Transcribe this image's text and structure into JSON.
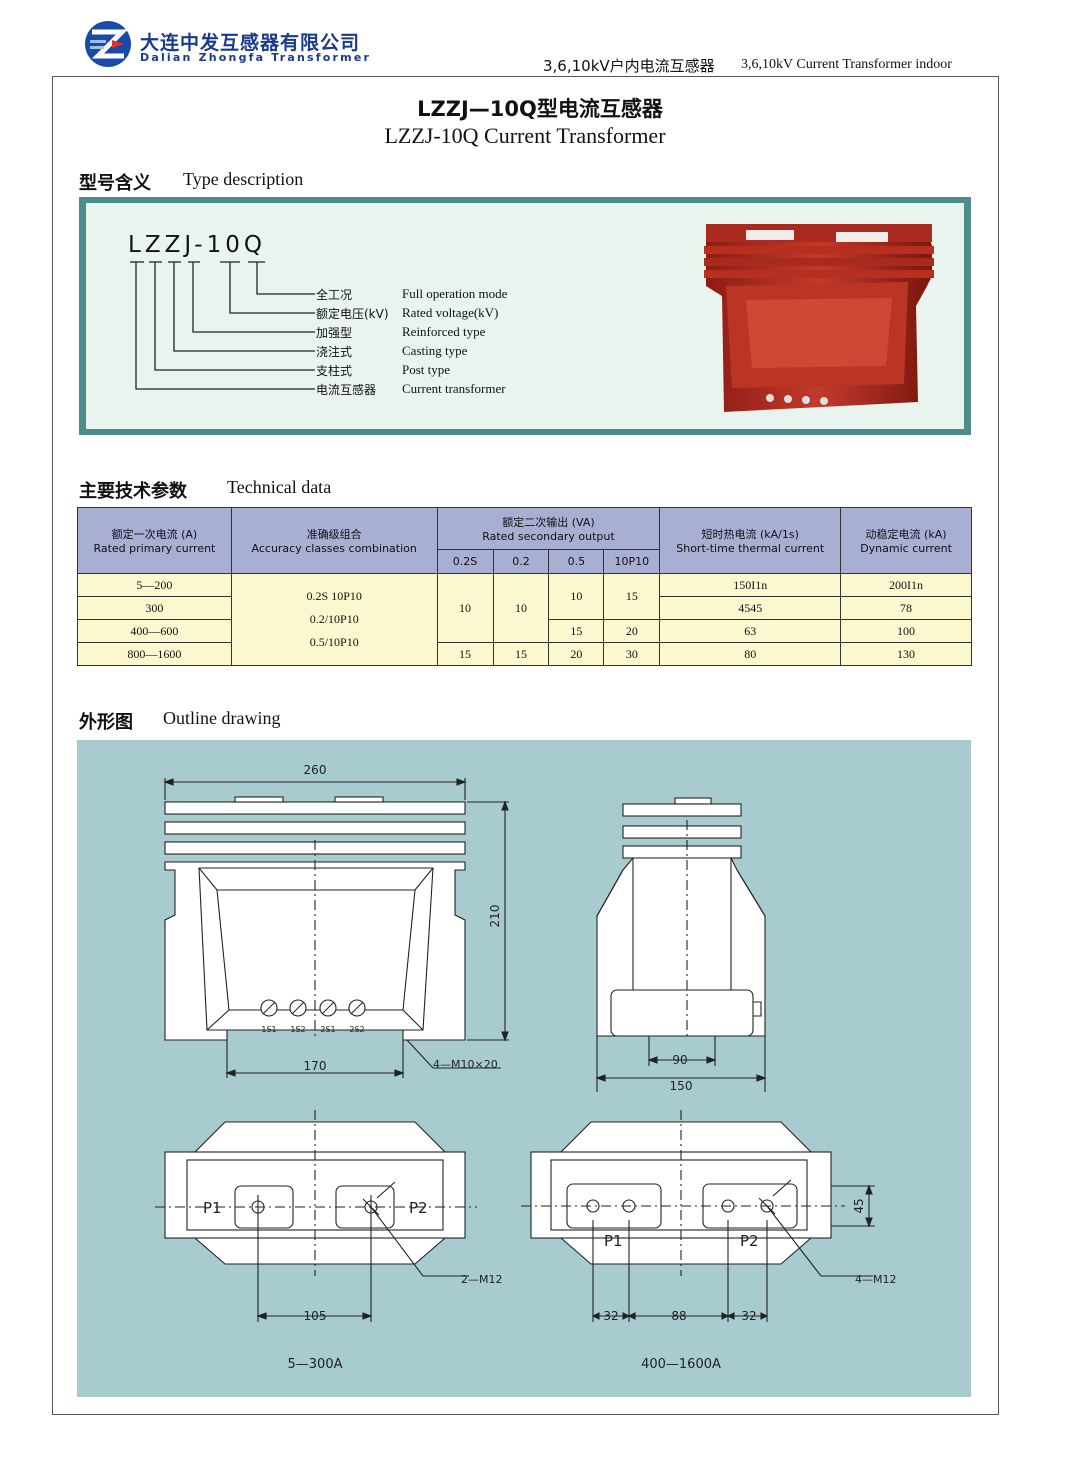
{
  "header": {
    "company_cn": "大连中发互感器有限公司",
    "company_en": "Dalian Zhongfa Transformer",
    "category_cn": "3,6,10kV户内电流互感器",
    "category_en": "3,6,10kV Current Transformer indoor",
    "logo_icon": "zf-logo-icon"
  },
  "title": {
    "cn": "LZZJ—10Q型电流互感器",
    "en": "LZZJ-10Q Current Transformer"
  },
  "type_description": {
    "heading_cn": "型号含义",
    "heading_en": "Type description",
    "model_code": "LZZJ-10Q",
    "items": [
      {
        "cn": "全工况",
        "en": "Full operation mode"
      },
      {
        "cn": "额定电压(kV)",
        "en": "Rated voltage(kV)"
      },
      {
        "cn": "加强型",
        "en": "Reinforced type"
      },
      {
        "cn": "浇注式",
        "en": "Casting type"
      },
      {
        "cn": "支柱式",
        "en": "Post type"
      },
      {
        "cn": "电流互感器",
        "en": "Current transformer"
      }
    ],
    "product_color": "#b0281c"
  },
  "technical": {
    "heading_cn": "主要技术参数",
    "heading_en": "Technical data",
    "headers": {
      "primary_cn": "额定一次电流 (A)",
      "primary_en": "Rated primary current",
      "accuracy_cn": "准确级组合",
      "accuracy_en": "Accuracy classes combination",
      "output_cn": "额定二次输出 (VA)",
      "output_en": "Rated secondary output",
      "output_sub": [
        "0.2S",
        "0.2",
        "0.5",
        "10P10"
      ],
      "thermal_cn": "短时热电流 (kA/1s)",
      "thermal_en": "Short-time thermal current",
      "dynamic_cn": "动稳定电流 (kA)",
      "dynamic_en": "Dynamic current"
    },
    "primary": [
      "5—200",
      "300",
      "400—600",
      "800—1600"
    ],
    "accuracy": [
      "0.2S 10P10",
      "0.2/10P10",
      "0.5/10P10"
    ],
    "output_rows": {
      "r12": [
        "10",
        "10",
        "10",
        "15"
      ],
      "r3": [
        "15",
        "20"
      ],
      "r4": [
        "15",
        "15",
        "20",
        "30"
      ]
    },
    "thermal": [
      "150I1n",
      "4545",
      "63",
      "80"
    ],
    "dynamic": [
      "200I1n",
      "78",
      "100",
      "130"
    ]
  },
  "outline": {
    "heading_cn": "外形图",
    "heading_en": "Outline drawing",
    "dims": {
      "width": "260",
      "height": "210",
      "base": "170",
      "bolt": "4—M10×20",
      "side_inner": "90",
      "side_outer": "150",
      "p_spacing_small": "105",
      "m12_small": "2—M12",
      "left_32": "32",
      "mid_88": "88",
      "right_32": "32",
      "hole_45": "45",
      "m12_large": "4—M12"
    },
    "terminals": [
      "1S1",
      "1S2",
      "2S1",
      "2S2"
    ],
    "p1": "P1",
    "p2": "P2",
    "caption_small": "5—300A",
    "caption_large": "400—1600A",
    "bg_color": "#a7cbce"
  }
}
